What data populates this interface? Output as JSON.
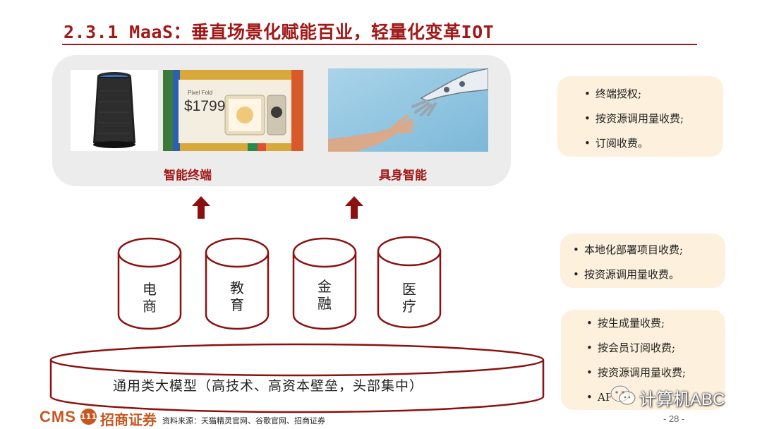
{
  "title": "2.3.1 MaaS：垂直场景化赋能百业，轻量化变革IOT",
  "top_panel": {
    "left_label": "智能终端",
    "right_label": "具身智能",
    "phone_ad": {
      "product": "Pixel Fold",
      "price": "$1799"
    }
  },
  "cylinders": [
    {
      "line1": "电",
      "line2": "商"
    },
    {
      "line1": "教",
      "line2": "育"
    },
    {
      "line1": "金",
      "line2": "融"
    },
    {
      "line1": "医",
      "line2": "疗"
    }
  ],
  "base_model": "通用类大模型（高技术、高资本壁垒，头部集中）",
  "notes": [
    {
      "items": [
        "终端授权;",
        "按资源调用量收费;",
        "订阅收费。"
      ]
    },
    {
      "items": [
        "本地化部署项目收费;",
        "按资源调用量收费。"
      ]
    },
    {
      "items": [
        "按生成量收费;",
        "按会员订阅收费;",
        "按资源调用量收费;",
        "AP"
      ]
    }
  ],
  "footer": {
    "logo_cms": "CMS",
    "logo_badge": "111",
    "logo_name": "招商证券",
    "source": "资料来源：天猫精灵官网、谷歌官网、招商证券",
    "page": "- 28 -"
  },
  "watermark": "计算机ABC",
  "colors": {
    "accent": "#a11818",
    "note_bg": "#fdf0dc",
    "panel_bg": "#ececec",
    "logo": "#c9561e"
  }
}
